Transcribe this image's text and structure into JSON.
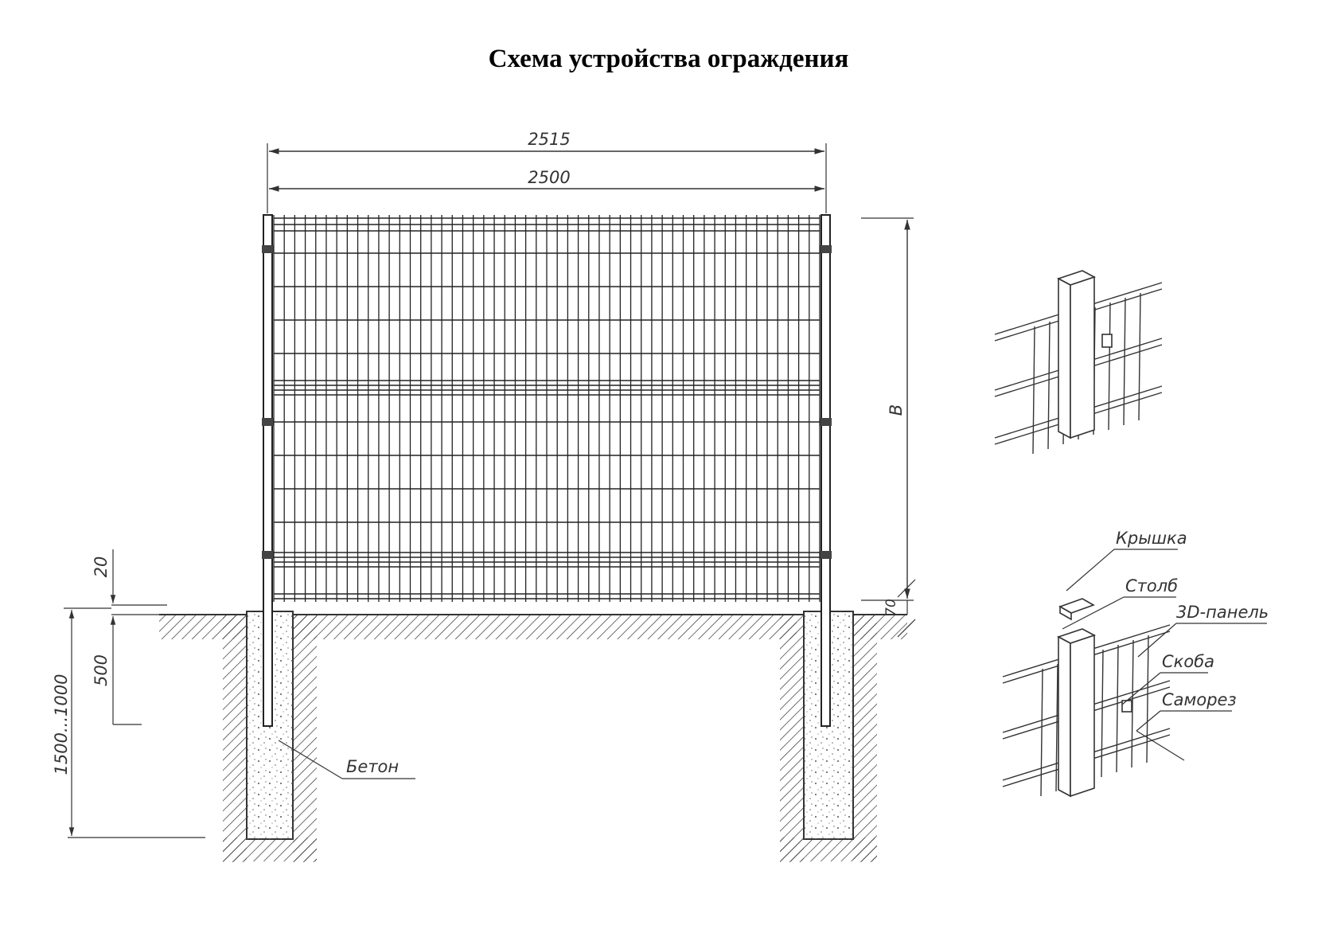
{
  "title": "Схема устройства ограждения",
  "dimensions": {
    "overall_width": "2515",
    "panel_width": "2500",
    "height": "B",
    "gap_top": "20",
    "gap_bottom": "70",
    "base_depth": "500",
    "post_depth": "1500...1000"
  },
  "labels": {
    "concrete": "Бетон",
    "cap": "Крышка",
    "post": "Столб",
    "panel": "3D-панель",
    "bracket": "Скоба",
    "screw": "Саморез"
  }
}
